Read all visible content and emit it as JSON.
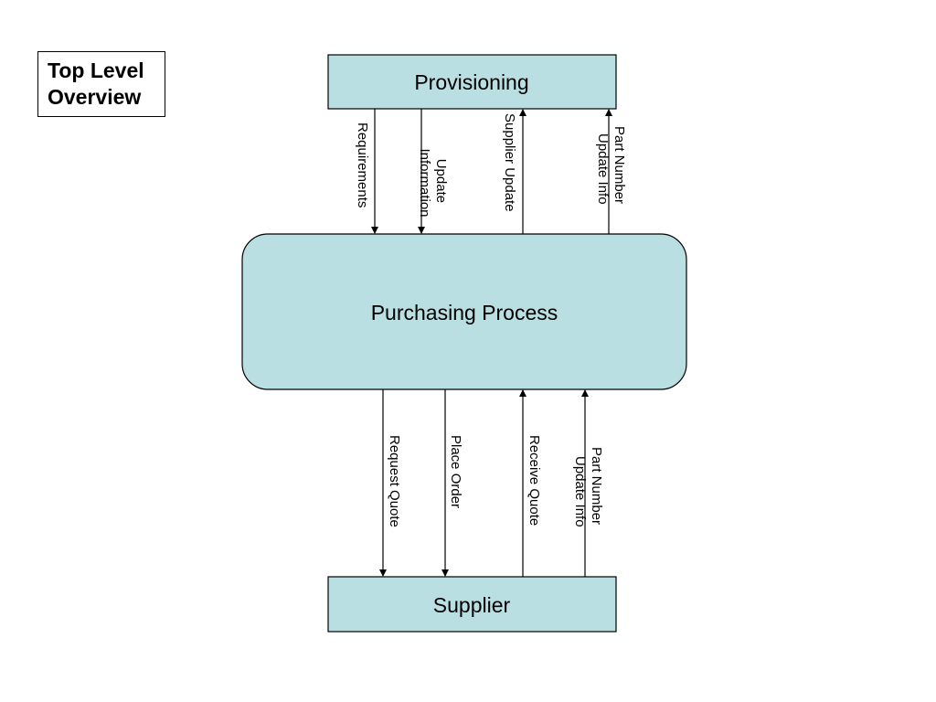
{
  "title": {
    "line1": "Top Level",
    "line2": "Overview"
  },
  "colors": {
    "node_fill": "#b9dfe2",
    "stroke": "#000000"
  },
  "nodes": {
    "provisioning": "Provisioning",
    "purchasing": "Purchasing Process",
    "supplier": "Supplier"
  },
  "flows": {
    "top": [
      {
        "label_lines": [
          "Requirements"
        ],
        "direction": "provisioning-to-purchasing"
      },
      {
        "label_lines": [
          "Update",
          "Information"
        ],
        "direction": "provisioning-to-purchasing"
      },
      {
        "label_lines": [
          "Supplier Update"
        ],
        "direction": "purchasing-to-provisioning"
      },
      {
        "label_lines": [
          "Part Number",
          "Update Info"
        ],
        "direction": "purchasing-to-provisioning"
      }
    ],
    "bottom": [
      {
        "label_lines": [
          "Request Quote"
        ],
        "direction": "purchasing-to-supplier"
      },
      {
        "label_lines": [
          "Place Order"
        ],
        "direction": "purchasing-to-supplier"
      },
      {
        "label_lines": [
          "Receive Quote"
        ],
        "direction": "supplier-to-purchasing"
      },
      {
        "label_lines": [
          "Part Number",
          "Update Info"
        ],
        "direction": "supplier-to-purchasing"
      }
    ]
  }
}
